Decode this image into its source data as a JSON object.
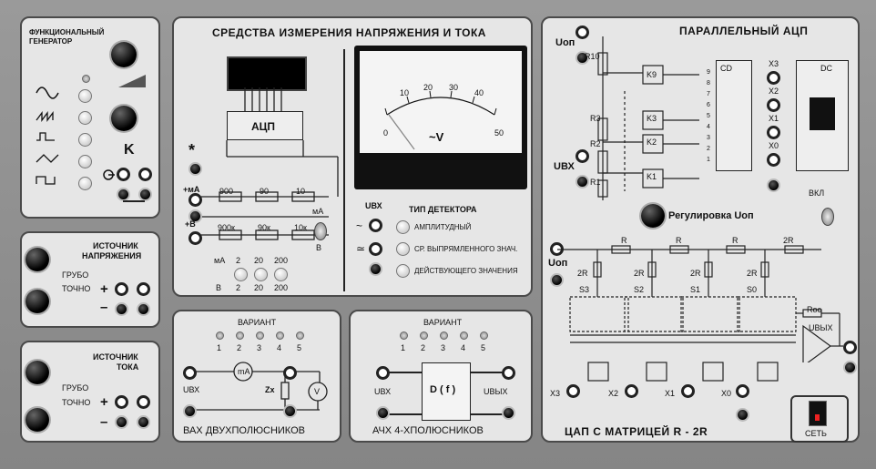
{
  "gen": {
    "title1": "ФУНКЦИОНАЛЬНЫЙ",
    "title2": "ГЕНЕРАТОР",
    "k": "K"
  },
  "vsrc": {
    "title1": "ИСТОЧНИК",
    "title2": "НАПРЯЖЕНИЯ",
    "coarse": "ГРУБО",
    "fine": "ТОЧНО",
    "plus": "+",
    "minus": "–"
  },
  "isrc": {
    "title1": "ИСТОЧНИК",
    "title2": "ТОКА",
    "coarse": "ГРУБО",
    "fine": "ТОЧНО",
    "plus": "+",
    "minus": "–"
  },
  "meas": {
    "title": "СРЕДСТВА ИЗМЕРЕНИЯ НАПРЯЖЕНИЯ И ТОКА",
    "adc": "АЦП",
    "star": "*",
    "ma_in": "+мА",
    "v_in": "+В",
    "r1": [
      "900",
      "90",
      "10"
    ],
    "r2": [
      "900к",
      "90к",
      "10к"
    ],
    "sw_ma": "мА",
    "sw_v": "В",
    "range_label_ma": "мА",
    "range_label_v": "В",
    "range_ma": [
      "2",
      "20",
      "200"
    ],
    "range_v": [
      "2",
      "20",
      "200"
    ],
    "scale": [
      "0",
      "10",
      "20",
      "30",
      "40",
      "50"
    ],
    "meter_unit": "~V",
    "uvx": "UВХ",
    "det_title": "ТИП ДЕТЕКТОРА",
    "det_options": [
      "АМПЛИТУДНЫЙ",
      "СР. ВЫПРЯМЛЕННОГО ЗНАЧ.",
      "ДЕЙСТВУЮЩЕГО ЗНАЧЕНИЯ"
    ]
  },
  "vax": {
    "variant": "ВАРИАНТ",
    "nums": [
      "1",
      "2",
      "3",
      "4",
      "5"
    ],
    "ma": "mA",
    "v": "V",
    "uvx": "UВХ",
    "zx": "Zx",
    "title": "ВАХ ДВУХПОЛЮСНИКОВ"
  },
  "achx": {
    "variant": "ВАРИАНТ",
    "nums": [
      "1",
      "2",
      "3",
      "4",
      "5"
    ],
    "block": "D ( f )",
    "uvx": "UВХ",
    "uvyx": "UВЫХ",
    "title": "АЧХ  4-ХПОЛЮСНИКОВ"
  },
  "padc": {
    "title": "ПАРАЛЛЕЛЬНЫЙ АЦП",
    "uop": "Uоп",
    "uvx": "UВХ",
    "resistors": [
      "R10",
      "R3",
      "R2",
      "R1"
    ],
    "comparators": [
      "K9",
      "K3",
      "K2",
      "K1"
    ],
    "cd": "CD",
    "dc": "DC",
    "cd_inputs": [
      "9",
      "8",
      "7",
      "6",
      "5",
      "4",
      "3",
      "2",
      "1"
    ],
    "x_out": [
      "X3",
      "X2",
      "X1",
      "X0"
    ],
    "vkl": "ВКЛ",
    "reg": "Регулировка Uоп"
  },
  "dac": {
    "uop": "Uоп",
    "r": [
      "R",
      "R",
      "R",
      "2R"
    ],
    "r2": [
      "2R",
      "2R",
      "2R",
      "2R"
    ],
    "switches": [
      "S3",
      "S2",
      "S1",
      "S0"
    ],
    "roc": "Rос",
    "uvyx": "UВЫХ",
    "x_in": [
      "X3",
      "X2",
      "X1",
      "X0"
    ],
    "title": "ЦАП  С МАТРИЦЕЙ  R - 2R",
    "power": "СЕТЬ"
  }
}
